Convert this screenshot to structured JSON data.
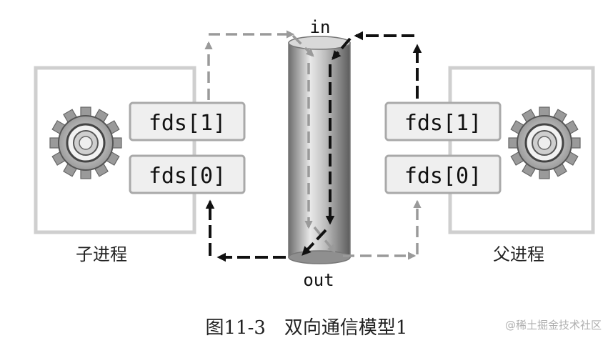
{
  "diagram": {
    "pipe_in_label": "in",
    "pipe_out_label": "out",
    "child": {
      "label": "子进程",
      "fd_write": "fds[1]",
      "fd_read": "fds[0]"
    },
    "parent": {
      "label": "父进程",
      "fd_write": "fds[1]",
      "fd_read": "fds[0]"
    },
    "icons": [
      "gear-icon",
      "gear-icon"
    ]
  },
  "caption": "图11-3　双向通信模型1",
  "watermark": "@稀土掘金技术社区",
  "colors": {
    "frame": "#cfcfcf",
    "fd_box_fill": "#efefef",
    "fd_box_stroke": "#a9a9a9",
    "arrow_dark": "#111111",
    "arrow_gray": "#9a9a9a",
    "pipe": "#8f8f8f"
  }
}
